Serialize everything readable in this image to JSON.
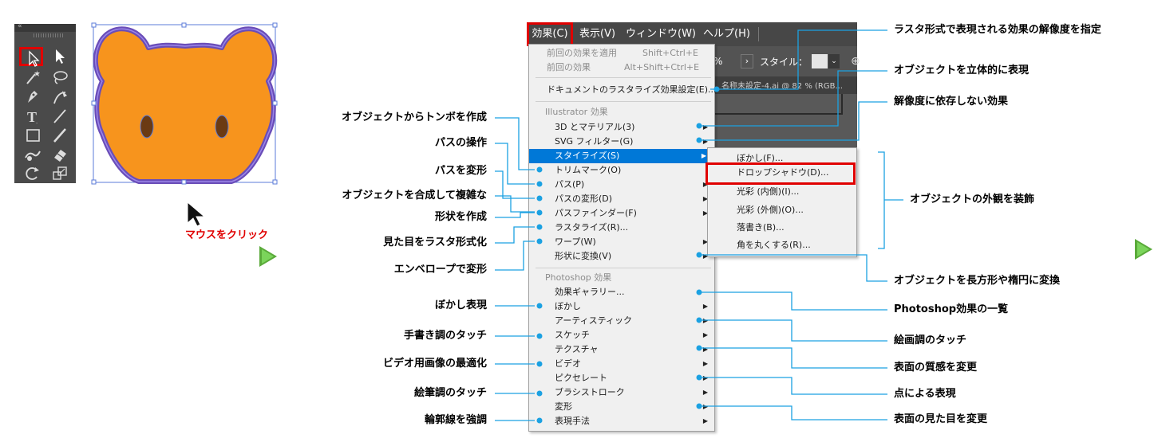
{
  "click_label": "マウスをクリック",
  "menubar": {
    "items": [
      "効果(C)",
      "表示(V)",
      "ウィンドウ(W)",
      "ヘルプ(H)"
    ]
  },
  "background_app": {
    "zoom_fragment": "%",
    "style_label": "スタイル：",
    "doc_tab": "名称未設定-4.ai @ 82 % (RGB..."
  },
  "effects_menu": {
    "top_items": [
      {
        "label": "前回の効果を適用",
        "shortcut": "Shift+Ctrl+E"
      },
      {
        "label": "前回の効果",
        "shortcut": "Alt+Shift+Ctrl+E"
      }
    ],
    "doc_raster": "ドキュメントのラスタライズ効果設定(E)...",
    "illustrator_header": "Illustrator 効果",
    "illustrator_items": [
      "3D とマテリアル(3)",
      "SVG フィルター(G)",
      "スタイライズ(S)",
      "トリムマーク(O)",
      "パス(P)",
      "パスの変形(D)",
      "パスファインダー(F)",
      "ラスタライズ(R)...",
      "ワープ(W)",
      "形状に変換(V)"
    ],
    "photoshop_header": "Photoshop 効果",
    "photoshop_items": [
      "効果ギャラリー...",
      "ぼかし",
      "アーティスティック",
      "スケッチ",
      "テクスチャ",
      "ビデオ",
      "ピクセレート",
      "ブラシストローク",
      "変形",
      "表現手法"
    ]
  },
  "stylize_submenu": {
    "items": [
      "ぼかし(F)...",
      "ドロップシャドウ(D)...",
      "光彩 (内側)(I)...",
      "光彩 (外側)(O)...",
      "落書き(B)...",
      "角を丸くする(R)..."
    ]
  },
  "callouts_left": [
    "オブジェクトからトンボを作成",
    "パスの操作",
    "パスを変形",
    "オブジェクトを合成して複雑な",
    "形状を作成",
    "見た目をラスタ形式化",
    "エンベロープで変形",
    "ぼかし表現",
    "手書き調のタッチ",
    "ビデオ用画像の最適化",
    "絵筆調のタッチ",
    "輪郭線を強調"
  ],
  "callouts_right": [
    "ラスタ形式で表現される効果の解像度を指定",
    "オブジェクトを立体的に表現",
    "解像度に依存しない効果",
    "オブジェクトの外観を装飾",
    "オブジェクトを長方形や楕円に変換",
    "Photoshop効果の一覧",
    "絵画調のタッチ",
    "表面の質感を変更",
    "点による表現",
    "表面の見た目を変更"
  ],
  "colors": {
    "bear_fill": "#f7941d",
    "bear_outline": "#6a4db8",
    "highlight_red": "#e00000",
    "menu_highlight": "#0078d7",
    "dot_blue": "#1ba1e2",
    "next_arrow": "#5aaa3a"
  },
  "icons": [
    "selection-tool-icon",
    "direct-selection-tool-icon",
    "magic-wand-icon",
    "lasso-icon",
    "pen-icon",
    "curvature-icon",
    "type-icon",
    "line-icon",
    "rectangle-icon",
    "pencil-icon",
    "shaper-icon",
    "eraser-icon",
    "rotate-icon",
    "scale-icon",
    "mouse-cursor-icon",
    "next-arrow-icon"
  ]
}
